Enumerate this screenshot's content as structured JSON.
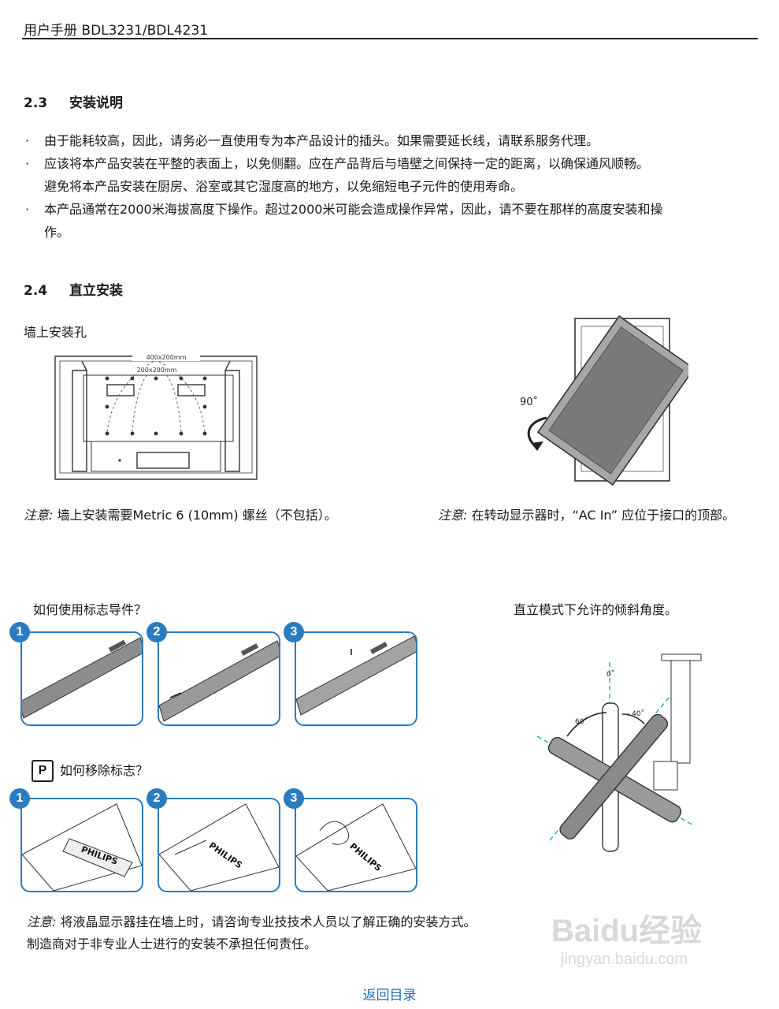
{
  "header": {
    "title": "用户手册 BDL3231/BDL4231"
  },
  "section_2_3": {
    "number": "2.3",
    "title": "安装说明",
    "bullets": [
      "由于能耗较高，因此，请务必一直使用专为本产品设计的插头。如果需要延长线，请联系服务代理。",
      "应该将本产品安装在平整的表面上，以免侧翻。应在产品背后与墙壁之间保持一定的距离，以确保通风顺畅。",
      "避免将本产品安装在厨房、浴室或其它湿度高的地方，以免缩短电子元件的使用寿命。",
      "本产品通常在2000米海拔高度下操作。超过2000米可能会造成操作异常，因此，请不要在那样的高度安装和操",
      "作。"
    ]
  },
  "section_2_4": {
    "number": "2.4",
    "title": "直立安装",
    "wall_holes_label": "墙上安装孔",
    "dim_outer": "400x200mm",
    "dim_inner": "200x200mm",
    "rotation_label": "90˚",
    "note_left_prefix": "注意:",
    "note_left_text": "墙上安装需要Metric 6 (10mm) 螺丝（不包括）。",
    "note_right_prefix": "注意:",
    "note_right_text": "在转动显示器时，“AC In” 应位于接口的顶部。",
    "logo_guide_title": "如何使用标志导件？",
    "logo_remove_title": "如何移除标志？",
    "steps": [
      "1",
      "2",
      "3"
    ],
    "tilt_title": "直立模式下允许的倾斜角度。",
    "tilt_angles": {
      "zero": "0˚",
      "left": "60˚",
      "right": "- 40˚"
    },
    "brand": "PHILIPS",
    "bottom_note_prefix": "注意:",
    "bottom_note_line1": "将液晶显示器挂在墙上时，请咨询专业技技术人员以了解正确的安装方式。",
    "bottom_note_line2": "制造商对于非专业人士进行的安装不承担任何责任。"
  },
  "footer": {
    "back_link": "返回目录"
  },
  "watermark": {
    "brand": "Baidu经验",
    "url": "jingyan.baidu.com"
  },
  "colors": {
    "accent_blue": "#2b7bbf",
    "link_blue": "#1f6fb3",
    "dashed_cyan": "#29a6d8",
    "panel_grey": "#777777"
  }
}
